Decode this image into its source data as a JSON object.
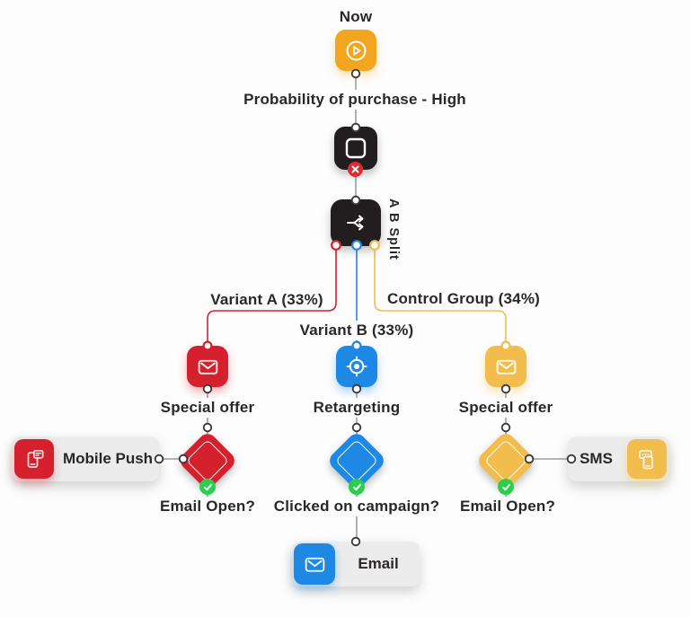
{
  "palette": {
    "orange": "#F2A51F",
    "red": "#D5202D",
    "blue": "#1E88E5",
    "yellow": "#F2BD4C",
    "green_success": "#2BCF4D",
    "node_black": "#221E1F",
    "badge_red": "#E02A31",
    "connector_gray": "#9E9E9E",
    "card_bg": "#ECECEC",
    "text": "#2B2728",
    "page_bg": "#FDFDFD"
  },
  "timeline": {
    "now_label": "Now",
    "trigger_label": "Probability of purchase - High",
    "split_label": "A B Split"
  },
  "branches": [
    {
      "name": "variant-a",
      "split_share_label": "Variant A (33%)",
      "action_label": "Special offer",
      "condition_label": "Email Open?",
      "channel_label": "Mobile Push",
      "color": "#D5202D"
    },
    {
      "name": "variant-b",
      "split_share_label": "Variant B (33%)",
      "action_label": "Retargeting",
      "condition_label": "Clicked on campaign?",
      "channel_label": "Email",
      "color": "#1E88E5"
    },
    {
      "name": "control",
      "split_share_label": "Control Group (34%)",
      "action_label": "Special offer",
      "condition_label": "Email Open?",
      "channel_label": "SMS",
      "color": "#F2BD4C"
    }
  ],
  "icons": {
    "play_icon": "circled play triangle",
    "stop_icon": "rounded square outline",
    "error_badge_icon": "x mark in red circle",
    "split_icon": "forking arrows",
    "envelope_icon": "mail envelope",
    "target_icon": "crosshair target",
    "mobile_push_icon": "phone with notification bubble",
    "sms_icon": "phone with message bubble",
    "success_badge_icon": "check mark in green circle",
    "connector_port_icon": "small circle port"
  }
}
